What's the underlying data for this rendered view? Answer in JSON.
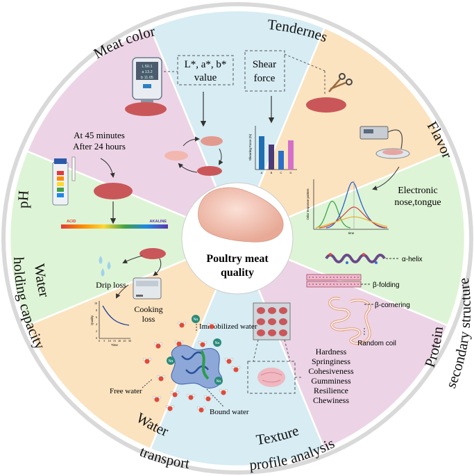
{
  "center": {
    "title_line1": "Poultry meat",
    "title_line2": "quality"
  },
  "colors": {
    "blue": "#d7ecf3",
    "peach": "#fbe3c0",
    "green": "#def4d6",
    "pink": "#ecd4e6",
    "meat": "#c9575a",
    "ring": "#b9b9b9"
  },
  "segments": {
    "meat_color": {
      "title": "Meat color",
      "box_line1": "L*, a*, b*",
      "box_line2": "value",
      "meter_screen": [
        "L 50.1",
        "a 13.2",
        "b 11.05"
      ]
    },
    "tenderness": {
      "title": "Tendernes",
      "box_line1": "Shear",
      "box_line2": "force",
      "chart_axis": "Shearing Force (N)",
      "chart_cats": [
        "A",
        "B",
        "C",
        "D"
      ]
    },
    "flavor": {
      "title": "Flavor",
      "label_line1": "Electronic",
      "label_line2": "nose,tongue",
      "chart_axis": "Odor response pattern",
      "chart_xaxis": "time"
    },
    "protein": {
      "title_line1": "Protein",
      "title_line2": "secondary structure",
      "alpha": "α-helix",
      "beta_fold": "β-folding",
      "beta_corner": "β-cornering",
      "random": "Random coil"
    },
    "texture": {
      "title_line1": "Texture",
      "title_line2": "profile analysis",
      "properties": [
        "Hardness",
        "Springiness",
        "Cohesiveness",
        "Gumminess",
        "Resilience",
        "Chewiness"
      ]
    },
    "water_transport": {
      "title_line1": "Water",
      "title_line2": "transport",
      "immobilized": "Immobilized water",
      "free": "Free water",
      "bound": "Bound water",
      "ion": "Na"
    },
    "water_holding": {
      "title_line1": "Water",
      "title_line2": "holding capacity",
      "drip": "Drip loss",
      "cooking_line1": "Cooking",
      "cooking_line2": "loss",
      "chart_xaxis": "Time",
      "chart_yaxis": "Quality",
      "chart_xticks": [
        "0",
        "5",
        "10",
        "15",
        "20",
        "25",
        "30"
      ],
      "chart_yticks": [
        "0",
        "2",
        "4",
        "6",
        "8",
        "10"
      ]
    },
    "ph": {
      "title": "pH",
      "time_line1": "At 45 minutes",
      "time_line2": "After 24 hours",
      "acid": "ACID",
      "alkaline": "AKALINE"
    }
  }
}
